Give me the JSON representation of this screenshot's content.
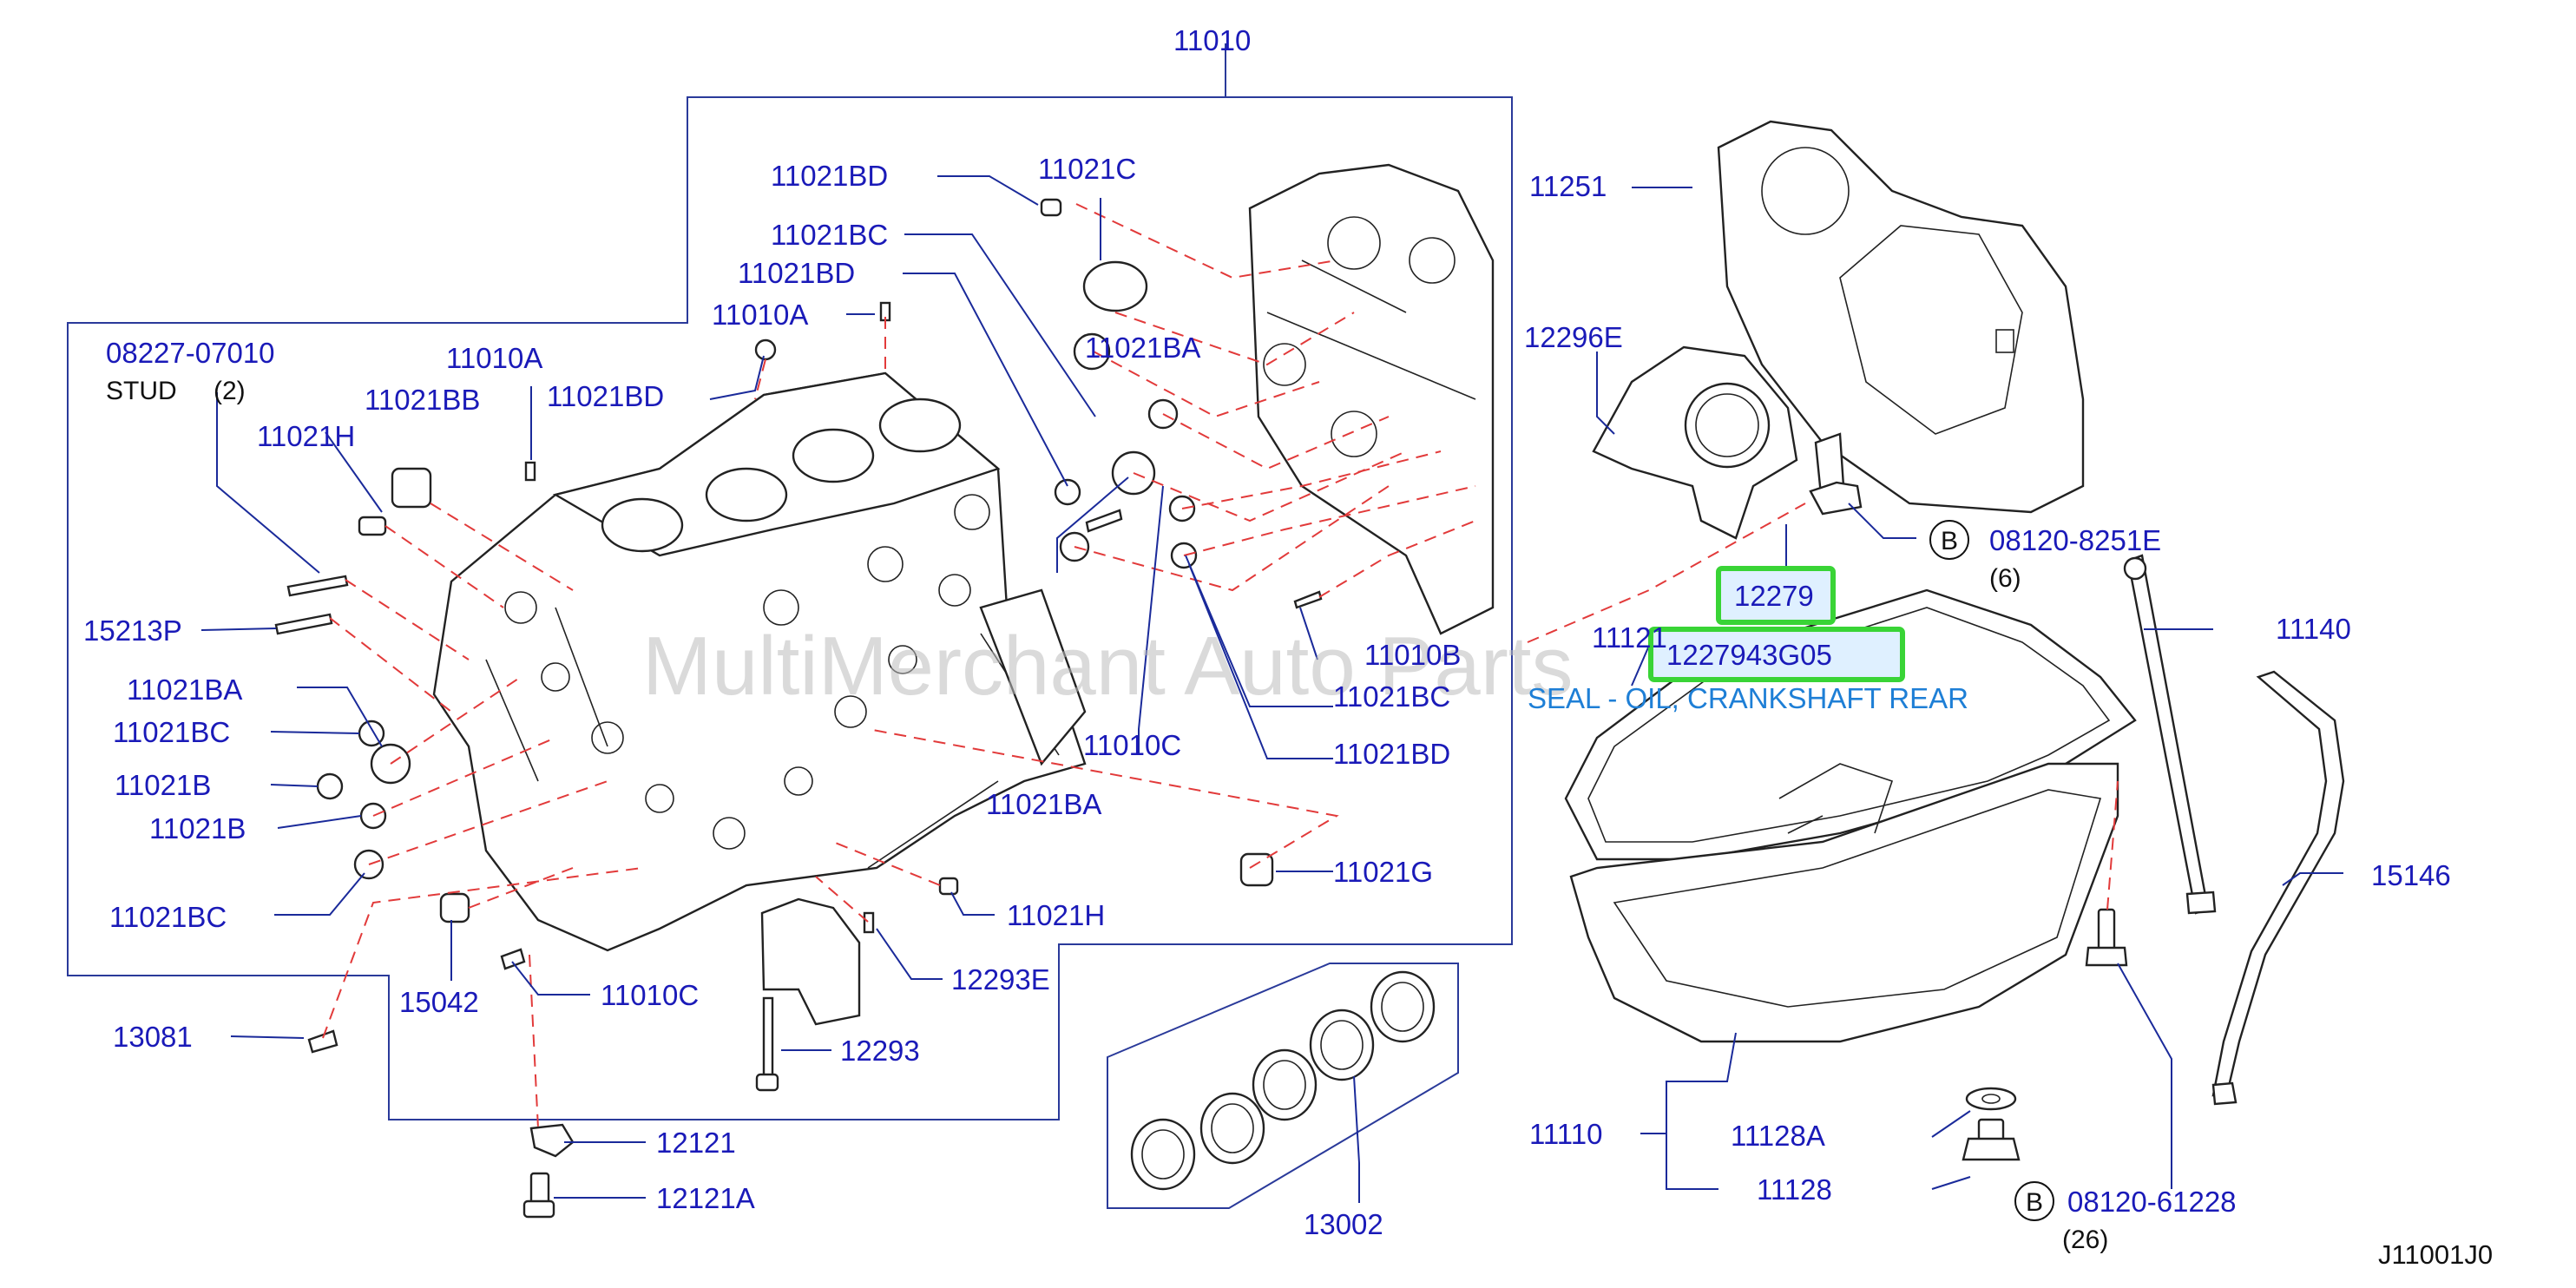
{
  "watermark": "MultiMerchant Auto Parts",
  "diagram_code": "J11001J0",
  "highlight": {
    "part_number": "12279",
    "oem_number": "1227943G05",
    "description": "SEAL - OIL, CRANKSHAFT REAR"
  },
  "labels": {
    "p11010": "11010",
    "p11021BD_a": "11021BD",
    "p11021C_a": "11021C",
    "p11021BC_a": "11021BC",
    "p11021BD_b": "11021BD",
    "p11010A_a": "11010A",
    "p08227": "08227-07010",
    "stud": "STUD",
    "stud_qty": "(2)",
    "p11010A_b": "11010A",
    "p11021BD_c": "11021BD",
    "p11021BB": "11021BB",
    "p11021H_a": "11021H",
    "p11021BA_a": "11021BA",
    "p15213P": "15213P",
    "p11021BA_b": "11021BA",
    "p11021BC_b": "11021BC",
    "p11021B_a": "11021B",
    "p11021B_b": "11021B",
    "p11021BC_c": "11021BC",
    "p13081": "13081",
    "p15042": "15042",
    "p11010C_a": "11010C",
    "p12293E": "12293E",
    "p11021H_b": "11021H",
    "p12293": "12293",
    "p12121": "12121",
    "p12121A": "12121A",
    "p11021BA_c": "11021BA",
    "p11010C_b": "11010C",
    "p11010B": "11010B",
    "p11021BC_d": "11021BC",
    "p11021BD_d": "11021BD",
    "p11021G": "11021G",
    "p13002": "13002",
    "p11251": "11251",
    "p12296E": "12296E",
    "circle_b": "B",
    "p08120_8251E": "08120-8251E",
    "qty_6": "(6)",
    "p11121": "11121",
    "p11140": "11140",
    "p15146": "15146",
    "p11110": "11110",
    "p11128A": "11128A",
    "p11128": "11128",
    "p08120_61228": "08120-61228",
    "qty_26": "(26)"
  }
}
